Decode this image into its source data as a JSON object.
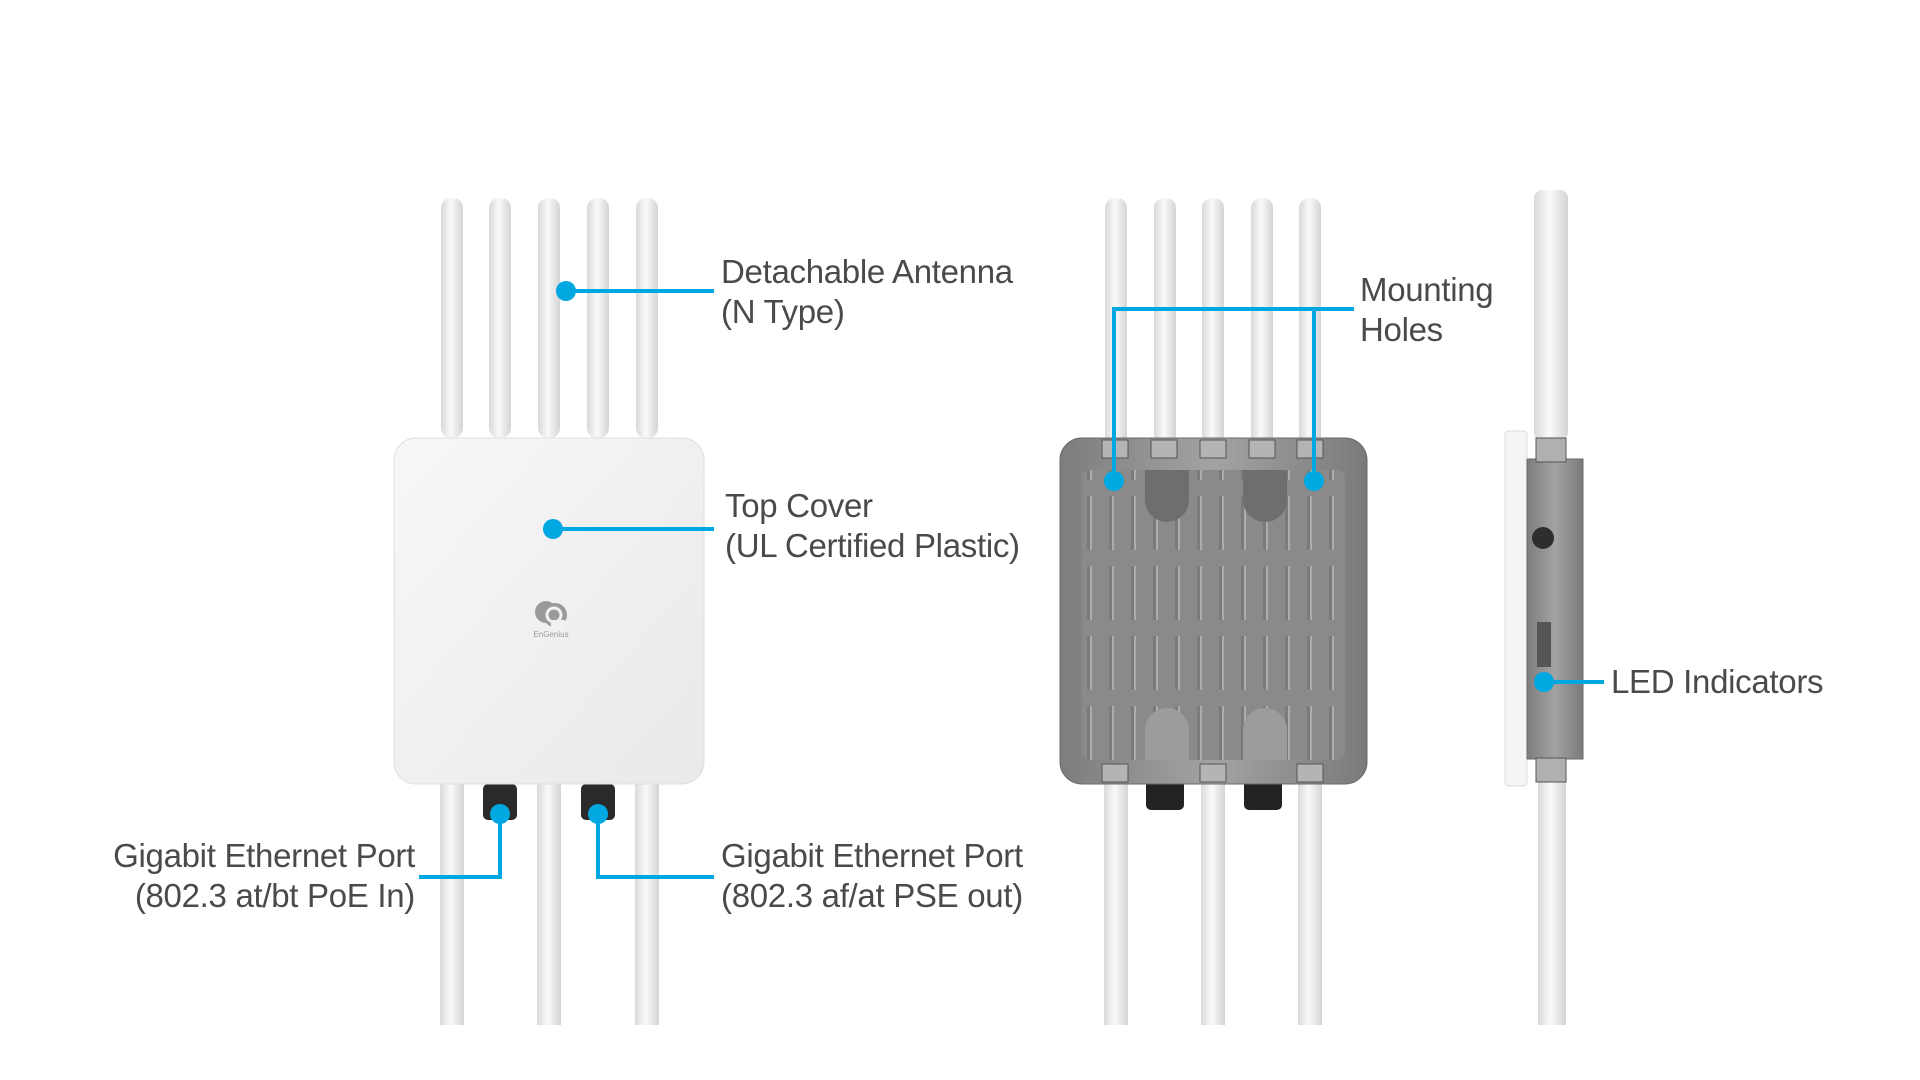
{
  "colors": {
    "accent": "#00a8e1",
    "text": "#4a4a4a",
    "cover": "#f1f1f1",
    "metal": "#8e8e8e"
  },
  "logo": {
    "brand": "EnGenius",
    "icon": "engenius-g-logo"
  },
  "callouts": {
    "antenna": {
      "line1": "Detachable Antenna",
      "line2": "(N Type)"
    },
    "top_cover": {
      "line1": "Top Cover",
      "line2": "(UL Certified Plastic)"
    },
    "port_in": {
      "line1": "Gigabit Ethernet Port",
      "line2": "(802.3 at/bt PoE In)"
    },
    "port_out": {
      "line1": "Gigabit Ethernet Port",
      "line2": "(802.3 af/at PSE out)"
    },
    "mounting": {
      "line1": "Mounting",
      "line2": "Holes"
    },
    "led": {
      "line1": "LED Indicators"
    }
  }
}
